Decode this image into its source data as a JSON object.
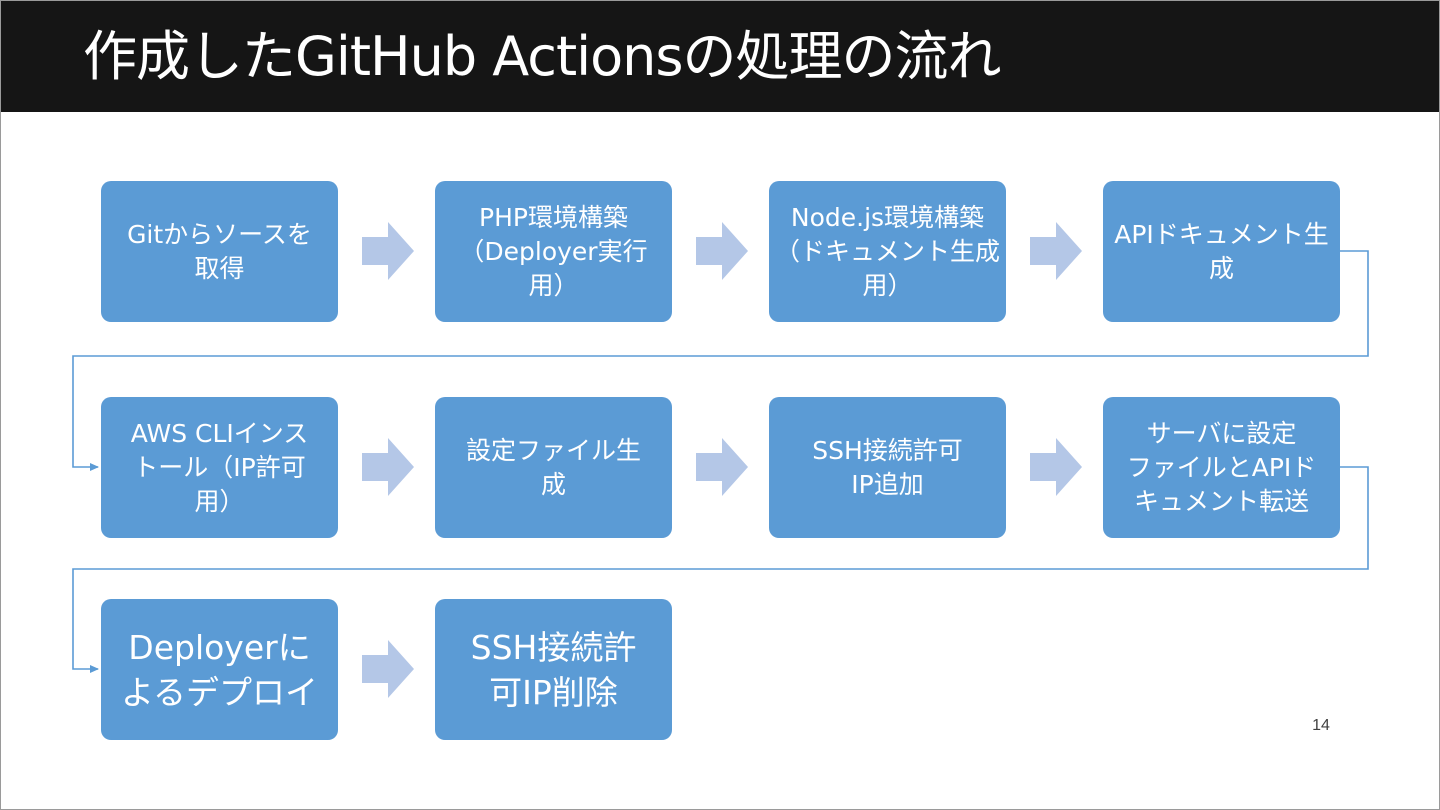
{
  "slide": {
    "title": "作成したGitHub Actionsの処理の流れ",
    "page_number": "14",
    "colors": {
      "title_bar": "#151515",
      "box_fill": "#5b9bd5",
      "arrow_fill": "#b4c7e7",
      "connector": "#5b9bd5"
    }
  },
  "flow": {
    "steps": [
      {
        "label": "Gitからソースを\n取得"
      },
      {
        "label": "PHP環境構築\n（Deployer実行\n用）"
      },
      {
        "label": "Node.js環境構築\n（ドキュメント生成\n用）"
      },
      {
        "label": "APIドキュメント生\n成"
      },
      {
        "label": "AWS CLIインス\nトール（IP許可\n用）"
      },
      {
        "label": "設定ファイル生\n成"
      },
      {
        "label": "SSH接続許可\nIP追加"
      },
      {
        "label": "サーバに設定\nファイルとAPIド\nキュメント転送"
      },
      {
        "label": "Deployerに\nよるデプロイ"
      },
      {
        "label": "SSH接続許\n可IP削除"
      }
    ]
  }
}
